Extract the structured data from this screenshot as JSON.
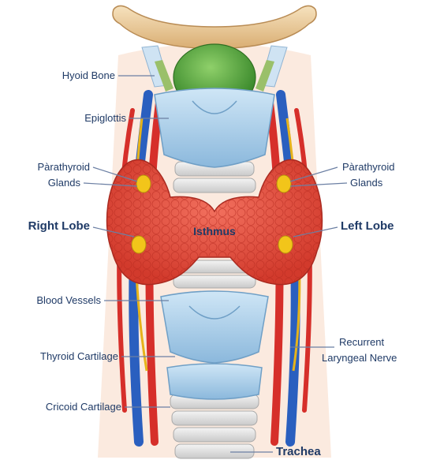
{
  "labels": {
    "hyoid_bone": "Hyoid Bone",
    "epiglottis": "Epiglottis",
    "parathyroid_left_1": "Pàrathyroid",
    "parathyroid_left_2": "Glands",
    "parathyroid_right_1": "Pàrathyroid",
    "parathyroid_right_2": "Glands",
    "right_lobe": "Right Lobe",
    "left_lobe": "Left Lobe",
    "isthmus": "Isthmus",
    "blood_vessels": "Blood Vessels",
    "thyroid_cartilage": "Thyroid Cartilage",
    "cricoid_cartilage": "Cricoid Cartilage",
    "trachea": "Trachea",
    "recurrent_1": "Recurrent",
    "recurrent_2": "Laryngeal Nerve"
  },
  "colors": {
    "label_text": "#1f3a66",
    "leader_line": "#6b7fa3",
    "thyroid": "#e8473a",
    "cartilage": "#9cc7e6",
    "bone": "#e9c99a",
    "parathyroid": "#f2c51a",
    "artery": "#d62f2a",
    "vein": "#2a5fbf",
    "nerve": "#e6b31a",
    "epiglottis_green": "#4f9a3a"
  }
}
